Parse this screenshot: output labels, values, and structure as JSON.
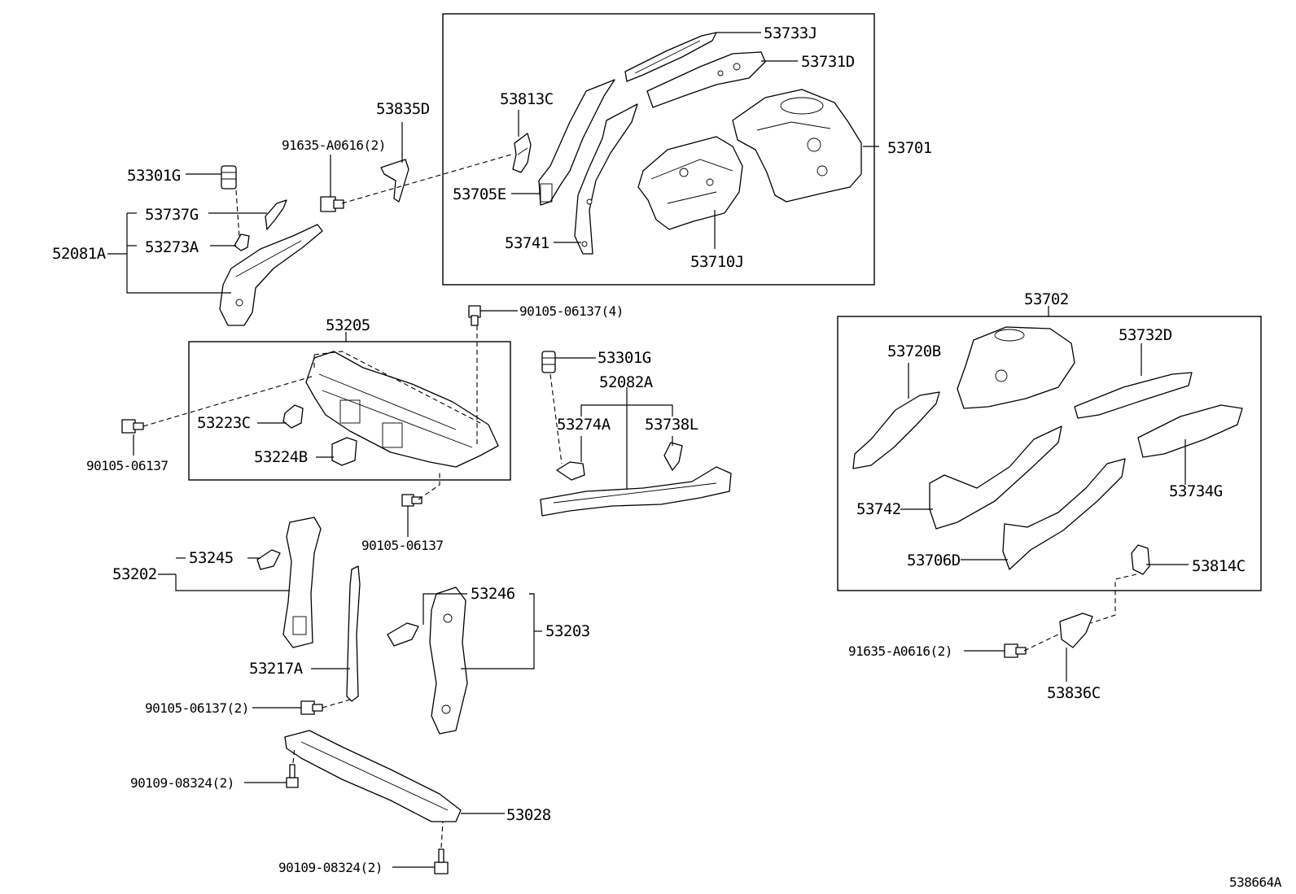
{
  "diagram_id": "538664A",
  "groups": {
    "g53701": "53701",
    "g53702": "53702",
    "g53205": "53205",
    "g52081A": "52081A",
    "g52082A": "52082A",
    "g53202": "53202",
    "g53203": "53203"
  },
  "parts": {
    "p53733J": "53733J",
    "p53731D": "53731D",
    "p53813C": "53813C",
    "p53705E": "53705E",
    "p53741": "53741",
    "p53710J": "53710J",
    "p53835D": "53835D",
    "p91635_top": "91635-A0616(2)",
    "p53301G_a": "53301G",
    "p53737G": "53737G",
    "p53273A": "53273A",
    "p90105_4": "90105-06137(4)",
    "p53223C": "53223C",
    "p53224B": "53224B",
    "p90105_left": "90105-06137",
    "p90105_mid": "90105-06137",
    "p53301G_b": "53301G",
    "p53274A": "53274A",
    "p53738L": "53738L",
    "p53720B": "53720B",
    "p53732D": "53732D",
    "p53734G": "53734G",
    "p53742": "53742",
    "p53706D": "53706D",
    "p53814C": "53814C",
    "p91635_bot": "91635-A0616(2)",
    "p53836C": "53836C",
    "p53245": "53245",
    "p53217A": "53217A",
    "p53246": "53246",
    "p90105_2": "90105-06137(2)",
    "p90109_a": "90109-08324(2)",
    "p53028": "53028",
    "p90109_b": "90109-08324(2)"
  }
}
